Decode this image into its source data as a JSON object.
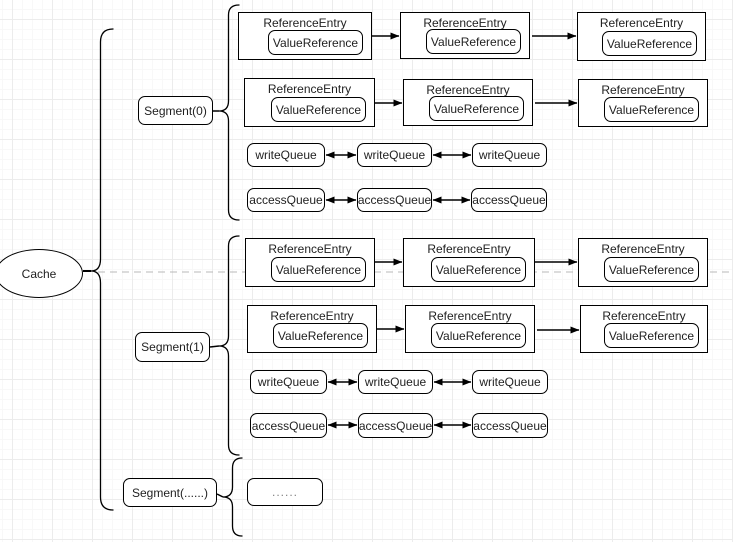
{
  "labels": {
    "cache": "Cache",
    "reference_entry": "ReferenceEntry",
    "value_reference": "ValueReference",
    "write_queue": "writeQueue",
    "access_queue": "accessQueue",
    "ellipsis": "......"
  },
  "segments": [
    {
      "label": "Segment(0)"
    },
    {
      "label": "Segment(1)"
    },
    {
      "label": "Segment(......)"
    }
  ],
  "colors": {
    "shape_stroke": "#000000",
    "shape_fill": "#ffffff",
    "text": "#1f1f1f",
    "ellipsis_text": "#808080",
    "dashed_guide": "#b8b8b8",
    "grid_major": "#ececec",
    "grid_minor": "#f8f8f8",
    "canvas_bg": "#ffffff"
  }
}
